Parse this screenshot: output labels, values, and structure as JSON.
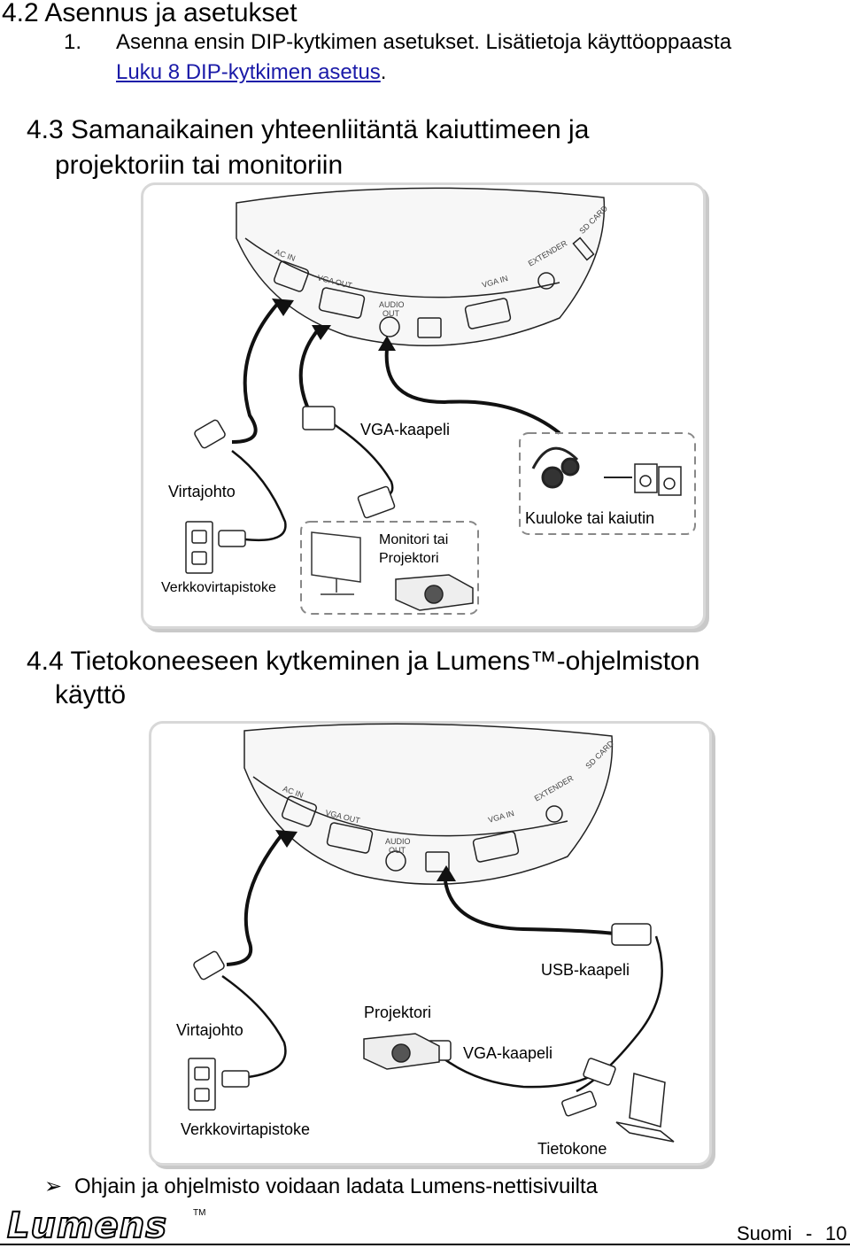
{
  "section_42": {
    "heading": "4.2 Asennus ja asetukset",
    "item_number": "1.",
    "item_text": "Asenna ensin DIP-kytkimen asetukset. Lisätietoja käyttöoppaasta",
    "item_link": "Luku 8 DIP-kytkimen asetus",
    "item_link_suffix": "."
  },
  "section_43": {
    "heading_line1": "4.3 Samanaikainen yhteenliitäntä kaiuttimeen ja",
    "heading_line2": "projektoriin tai monitoriin",
    "labels": {
      "vga_cable": "VGA-kaapeli",
      "power_cord": "Virtajohto",
      "outlet": "Verkkovirtapistoke",
      "monitor_line1": "Monitori tai",
      "monitor_line2": "Projektori",
      "headphone": "Kuuloke tai kaiutin"
    }
  },
  "section_44": {
    "heading_line1": "4.4 Tietokoneeseen kytkeminen ja Lumens™-ohjelmiston",
    "heading_line2": "käyttö",
    "labels": {
      "usb_cable": "USB-kaapeli",
      "power_cord": "Virtajohto",
      "projector": "Projektori",
      "vga_cable": "VGA-kaapeli",
      "outlet": "Verkkovirtapistoke",
      "computer": "Tietokone"
    }
  },
  "device_ports": {
    "ac_in": "AC IN",
    "vga_out": "VGA OUT",
    "audio_out_1": "AUDIO",
    "audio_out_2": "OUT",
    "vga_in": "VGA IN",
    "extender": "EXTENDER",
    "sd_card": "SD CARD"
  },
  "note": {
    "bullet": "➢",
    "text": "Ohjain ja ohjelmisto voidaan ladata Lumens-nettisivuilta"
  },
  "footer": {
    "logo": "Lumens",
    "trademark": "TM",
    "language": "Suomi",
    "separator": "-",
    "page": "10"
  }
}
